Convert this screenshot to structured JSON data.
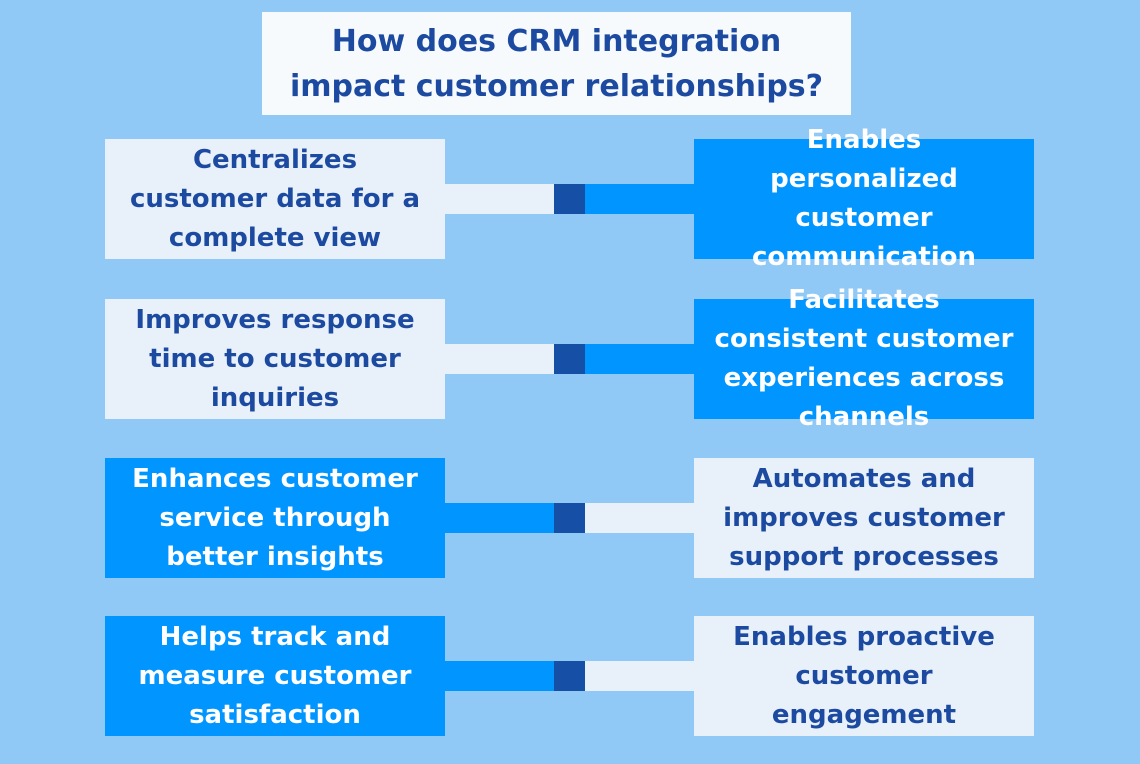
{
  "title": {
    "text": "How does CRM integration impact customer relationships?",
    "lines": [
      "How does CRM integration",
      "impact customer relationships?"
    ]
  },
  "rows": [
    {
      "left": {
        "text": "Centralizes customer data for a complete view",
        "variant": "light"
      },
      "right": {
        "text": "Enables personalized customer communication",
        "variant": "blue"
      }
    },
    {
      "left": {
        "text": "Improves response time to customer inquiries",
        "variant": "light"
      },
      "right": {
        "text": "Facilitates consistent customer experiences across channels",
        "variant": "blue"
      }
    },
    {
      "left": {
        "text": "Enhances customer service through better insights",
        "variant": "blue"
      },
      "right": {
        "text": "Automates and improves customer support processes",
        "variant": "light"
      }
    },
    {
      "left": {
        "text": "Helps track and measure customer satisfaction",
        "variant": "blue"
      },
      "right": {
        "text": "Enables proactive customer engagement",
        "variant": "light"
      }
    }
  ],
  "colors": {
    "background": "#90c8f6",
    "bright_blue": "#0195ff",
    "light_box": "#e8f1fa",
    "title_box": "#f7fafd",
    "connector_square": "#1550a6",
    "dark_text": "#1c4aa0",
    "white_text": "#ffffff"
  }
}
